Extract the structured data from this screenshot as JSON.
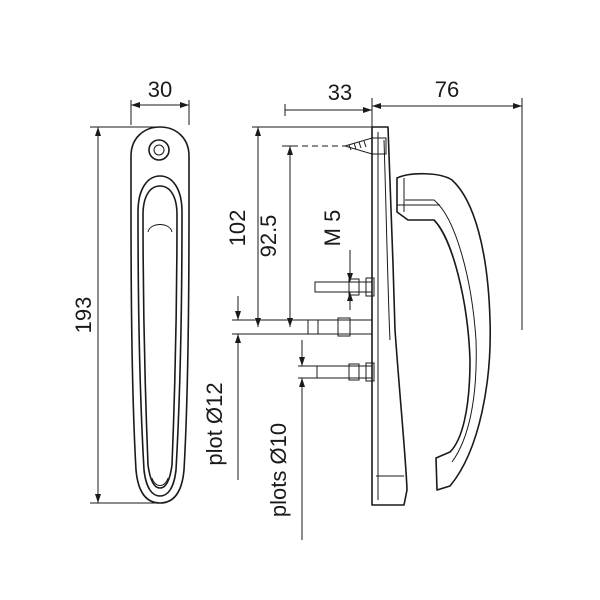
{
  "dimensions": {
    "width_front": "30",
    "height_total": "193",
    "depth_base": "33",
    "depth_handle": "76",
    "height_screw": "102",
    "height_spindle": "92.5",
    "thread": "M 5",
    "spindle_label": "plot Ø12",
    "pins_label": "plots Ø10"
  }
}
